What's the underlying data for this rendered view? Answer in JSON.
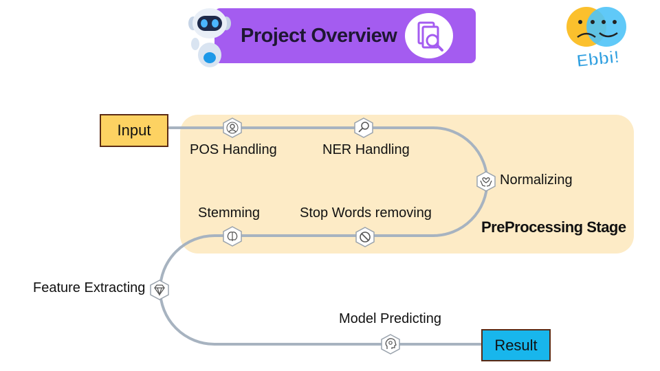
{
  "title": "Project Overview",
  "logo_text": "Ebbi!",
  "stage_label": "PreProcessing Stage",
  "input_label": "Input",
  "result_label": "Result",
  "steps": {
    "pos": "POS Handling",
    "ner": "NER Handling",
    "normalizing": "Normalizing",
    "stemming": "Stemming",
    "stopwords": "Stop Words removing",
    "feature": "Feature Extracting",
    "model": "Model Predicting"
  },
  "colors": {
    "banner": "#a45cf0",
    "stage_bg": "#fdebc6",
    "input_box": "#fdd262",
    "result_box": "#18b6ec",
    "path_line": "#a7b3c0"
  },
  "icons": {
    "pos": "person-network-icon",
    "ner": "magnifier-icon",
    "normalizing": "hands-heart-icon",
    "stemming": "brain-gear-icon",
    "stopwords": "prohibit-icon",
    "feature": "diamond-icon",
    "model": "head-gear-icon"
  }
}
